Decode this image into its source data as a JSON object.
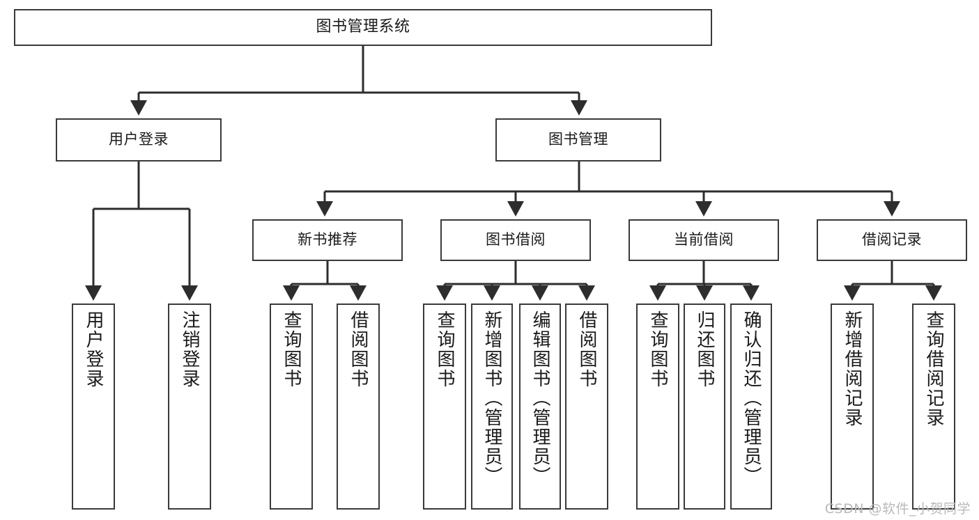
{
  "diagram": {
    "title": "图书管理系统",
    "type": "tree-hierarchy",
    "orientation": "top-down",
    "colors": {
      "box_border": "#3a3a3a",
      "box_fill": "#ffffff",
      "edge": "#2d2d2d",
      "text": "#1a1a1a",
      "watermark": "#b9b9b9",
      "background": "#ffffff"
    }
  },
  "root": {
    "id": "root",
    "label": "图书管理系统"
  },
  "level2": [
    {
      "id": "user-login",
      "label": "用户登录"
    },
    {
      "id": "book-manage",
      "label": "图书管理"
    }
  ],
  "level3": [
    {
      "id": "new-book-rec",
      "label": "新书推荐"
    },
    {
      "id": "book-borrow",
      "label": "图书借阅"
    },
    {
      "id": "current-borrow",
      "label": "当前借阅"
    },
    {
      "id": "borrow-record",
      "label": "借阅记录"
    }
  ],
  "leaves": {
    "user_login": [
      {
        "id": "leaf-user-login",
        "label": "用户登录"
      },
      {
        "id": "leaf-logout",
        "label": "注销登录"
      }
    ],
    "new_book_rec": [
      {
        "id": "leaf-query-book-1",
        "label": "查询图书"
      },
      {
        "id": "leaf-borrow-book-1",
        "label": "借阅图书"
      }
    ],
    "book_borrow": [
      {
        "id": "leaf-query-book-2",
        "label": "查询图书"
      },
      {
        "id": "leaf-add-book",
        "label": "新增图书（管理员）"
      },
      {
        "id": "leaf-edit-book",
        "label": "编辑图书（管理员）"
      },
      {
        "id": "leaf-borrow-book-2",
        "label": "借阅图书"
      }
    ],
    "current_borrow": [
      {
        "id": "leaf-query-book-3",
        "label": "查询图书"
      },
      {
        "id": "leaf-return-book",
        "label": "归还图书"
      },
      {
        "id": "leaf-confirm-return",
        "label": "确认归还（管理员）"
      }
    ],
    "borrow_record": [
      {
        "id": "leaf-add-record",
        "label": "新增借阅记录"
      },
      {
        "id": "leaf-query-record",
        "label": "查询借阅记录"
      }
    ]
  },
  "watermark": {
    "text": "CSDN @软件_小贺同学"
  }
}
